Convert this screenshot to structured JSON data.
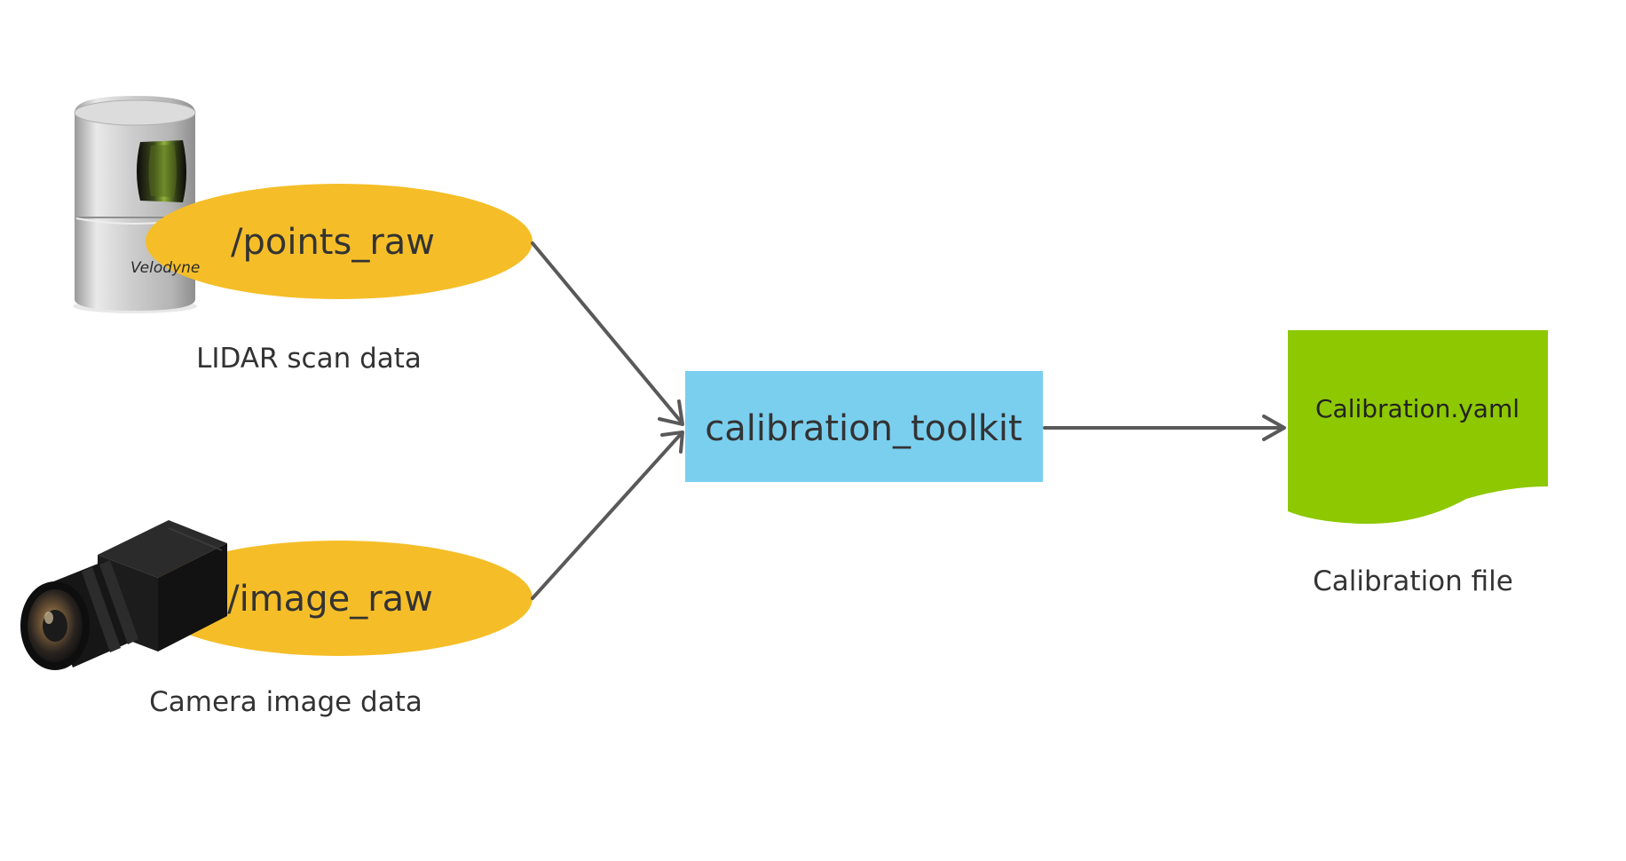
{
  "nodes": {
    "points_topic": "/points_raw",
    "lidar_caption": "LIDAR scan data",
    "image_topic": "/image_raw",
    "camera_caption": "Camera image data",
    "toolkit_label": "calibration_toolkit",
    "file_label": "Calibration.yaml",
    "file_caption": "Calibration file",
    "lidar_logo": "Velodyne"
  },
  "icons": {
    "lidar": "lidar-sensor-icon",
    "camera": "camera-icon",
    "file": "document-file-icon"
  },
  "colors": {
    "topic_fill": "#F5BE28",
    "toolkit_fill": "#7ACFEF",
    "file_fill": "#8DC800",
    "arrow": "#595959",
    "text": "#333333"
  }
}
